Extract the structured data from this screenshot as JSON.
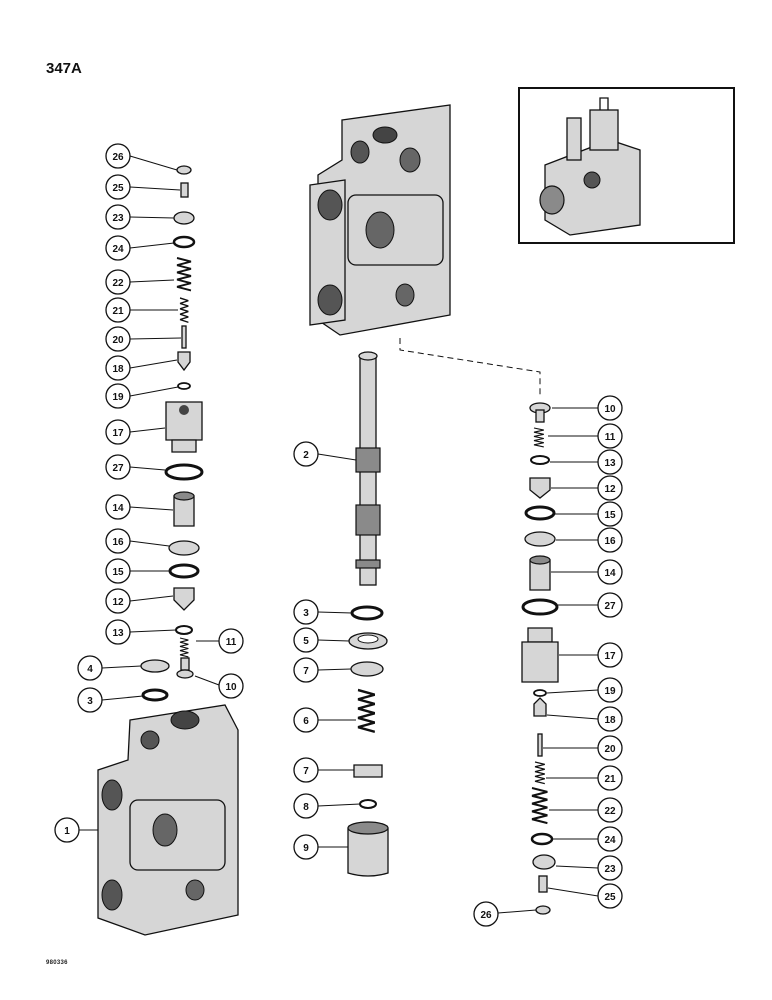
{
  "page_id": "347A",
  "ref_code": "980336",
  "callouts": {
    "left": [
      "26",
      "25",
      "23",
      "24",
      "22",
      "21",
      "20",
      "18",
      "19",
      "17",
      "27",
      "14",
      "16",
      "15",
      "12",
      "13",
      "11",
      "10",
      "4",
      "3",
      "1"
    ],
    "center": [
      "2",
      "3",
      "5",
      "7",
      "6",
      "7",
      "8",
      "9"
    ],
    "right": [
      "10",
      "11",
      "13",
      "12",
      "15",
      "16",
      "14",
      "27",
      "17",
      "19",
      "18",
      "20",
      "21",
      "22",
      "24",
      "23",
      "25",
      "26"
    ]
  }
}
